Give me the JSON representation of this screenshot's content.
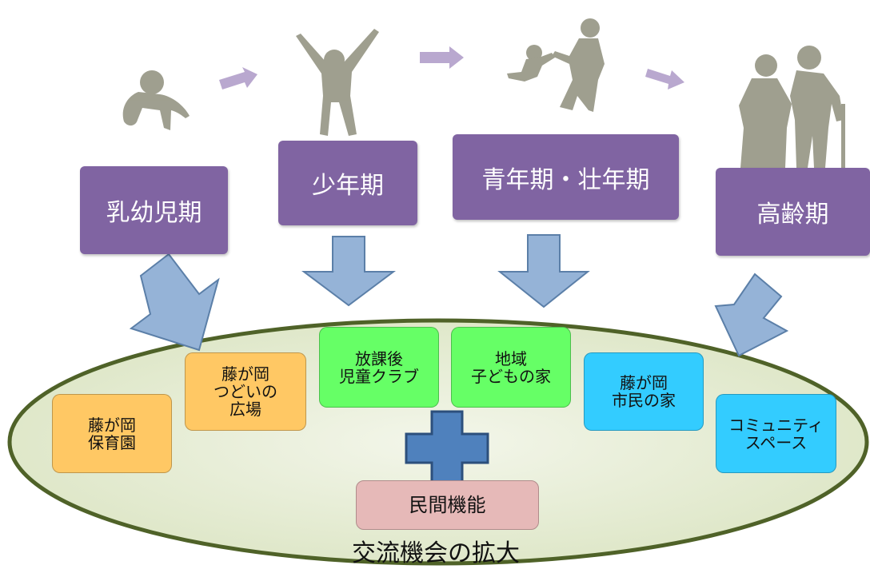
{
  "stages": [
    {
      "id": "infant",
      "label": "乳幼児期"
    },
    {
      "id": "youth",
      "label": "少年期"
    },
    {
      "id": "adult",
      "label": "青年期・壮年期"
    },
    {
      "id": "elderly",
      "label": "高齢期"
    }
  ],
  "facilities": {
    "hoikuen": "藤が岡\n保育園",
    "tsudoi": "藤が岡\nつどいの\n広場",
    "houkago": "放課後\n児童クラブ",
    "chiiki": "地域\n子どもの家",
    "shimin": "藤が岡\n市民の家",
    "community": "コミュニティ\nスペース",
    "minkan": "民間機能"
  },
  "footer": {
    "label": "交流機会の拡大"
  },
  "icons": {
    "infant": "crawling-baby-silhouette-icon",
    "youth": "jumping-child-silhouette-icon",
    "adult": "adult-swinging-child-silhouette-icon",
    "elderly": "elderly-couple-silhouette-icon",
    "plus": "plus-icon"
  },
  "colors": {
    "stage": "#8064a2",
    "arrow": "#95b3d7",
    "ellipse_fill": "#ebf1dd",
    "ellipse_stroke": "#4f6228",
    "plus": "#4f81bd",
    "silhouette": "#9a9a8a"
  }
}
